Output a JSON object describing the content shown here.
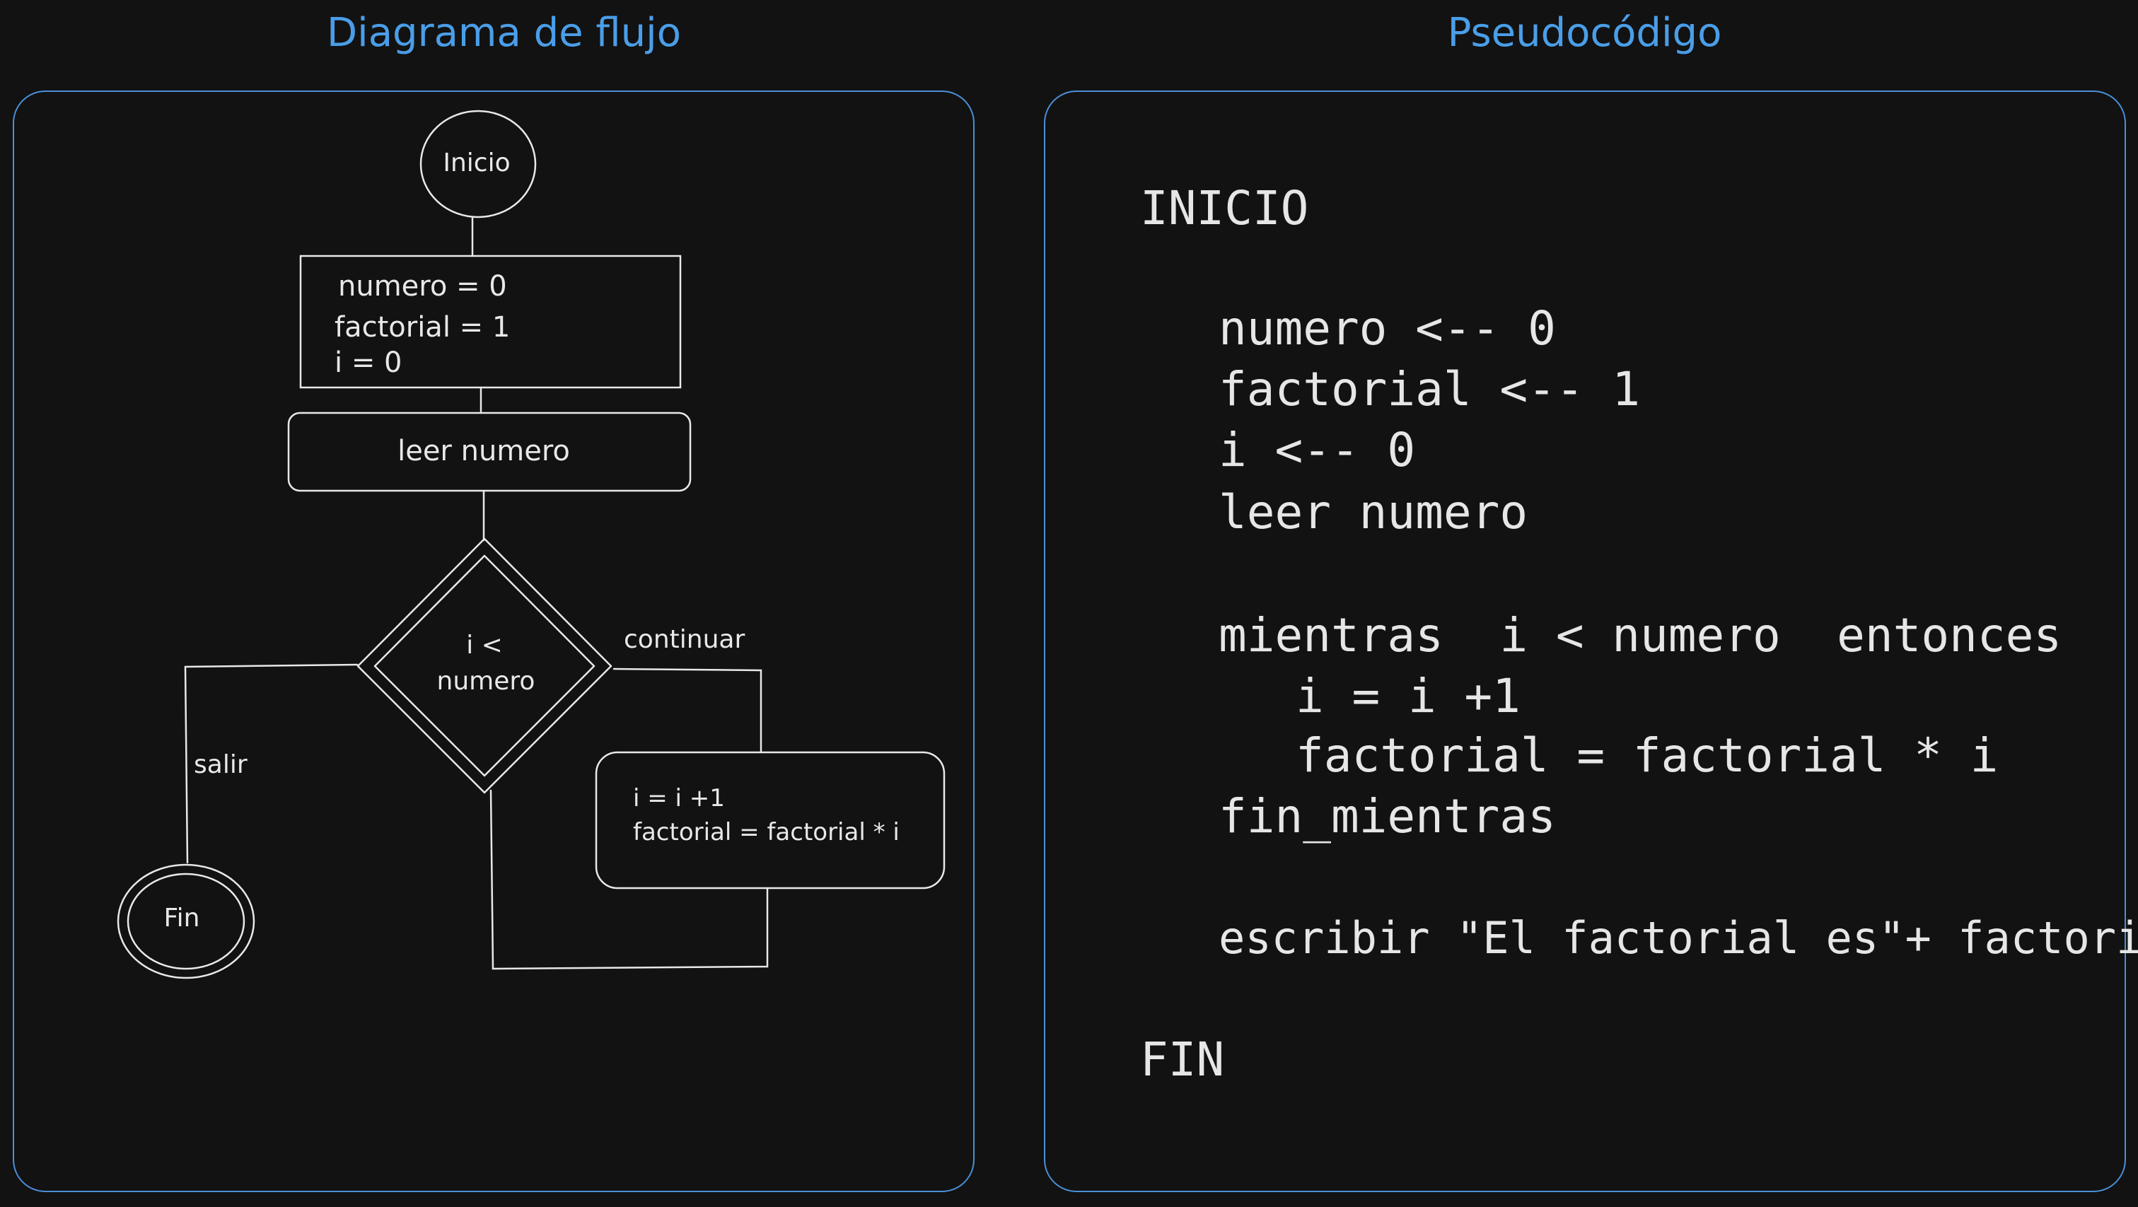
{
  "headings": {
    "flowchart": "Diagrama de flujo",
    "pseudocode": "Pseudocódigo"
  },
  "flowchart": {
    "start": "Inicio",
    "init": [
      "numero = 0",
      "factorial = 1",
      "i = 0"
    ],
    "input": "leer numero",
    "condition": [
      "i <",
      "numero"
    ],
    "branch_true": "continuar",
    "branch_false": "salir",
    "process": [
      "i = i +1",
      "factorial = factorial * i"
    ],
    "end": "Fin"
  },
  "pseudocode": {
    "lines": [
      "INICIO",
      "numero <-- 0",
      "factorial <-- 1",
      "i <-- 0",
      "leer numero",
      "mientras  i < numero  entonces",
      "i = i +1",
      "factorial = factorial * i",
      "fin_mientras",
      "escribir \"El factorial es\"+ factorial",
      "FIN"
    ]
  },
  "colors": {
    "background": "#121212",
    "accent": "#4a9ee8",
    "stroke": "#e8e8e8"
  }
}
